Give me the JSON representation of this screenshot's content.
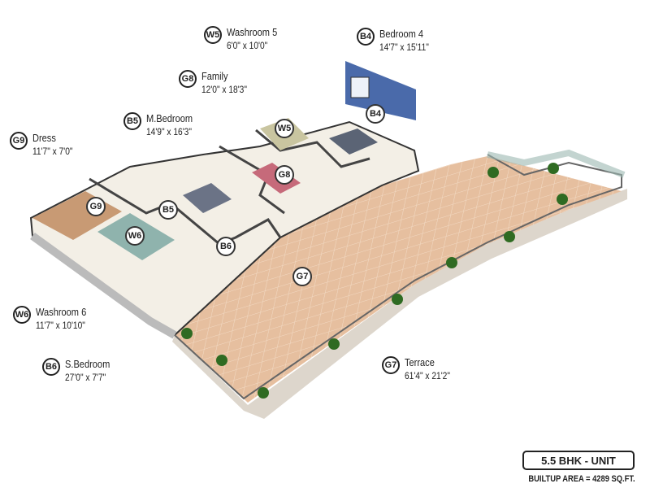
{
  "rooms": [
    {
      "code": "W5",
      "name": "Washroom 5",
      "dims": "6'0\" x 10'0\""
    },
    {
      "code": "B4",
      "name": "Bedroom 4",
      "dims": "14'7\" x 15'11\""
    },
    {
      "code": "G8",
      "name": "Family",
      "dims": "12'0\" x 18'3\""
    },
    {
      "code": "B5",
      "name": "M.Bedroom",
      "dims": "14'9\" x 16'3\""
    },
    {
      "code": "G9",
      "name": "Dress",
      "dims": "11'7\" x 7'0\""
    },
    {
      "code": "W6",
      "name": "Washroom 6",
      "dims": "11'7\" x 10'10\""
    },
    {
      "code": "B6",
      "name": "S.Bedroom",
      "dims": "27'0\" x 7'7\""
    },
    {
      "code": "G7",
      "name": "Terrace",
      "dims": "61'4\" x 21'2\""
    }
  ],
  "unit": {
    "title": "5.5 BHK - UNIT",
    "area": "BUILTUP AREA = 4289 SQ.FT."
  },
  "colors": {
    "terrace": "#e8c1a0",
    "accent_wall": "#4a6aaa",
    "floor": "#f3efe6",
    "plant": "#2f6b22"
  }
}
